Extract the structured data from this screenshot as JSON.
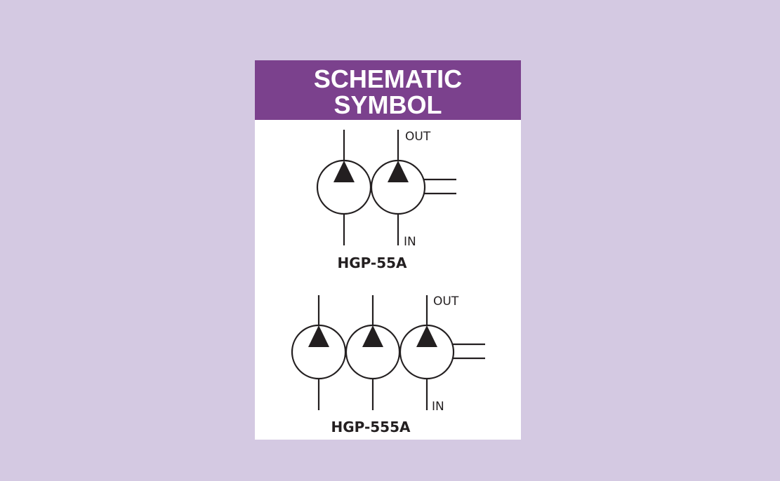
{
  "header": {
    "line1": "SCHEMATIC",
    "line2": "SYMBOL"
  },
  "diagrams": [
    {
      "model": "HGP-55A",
      "pump_count": 2,
      "out_label": "OUT",
      "in_label": "IN"
    },
    {
      "model": "HGP-555A",
      "pump_count": 3,
      "out_label": "OUT",
      "in_label": "IN"
    }
  ],
  "colors": {
    "background": "#d4c9e2",
    "header": "#7b418d",
    "ink": "#231f20"
  }
}
